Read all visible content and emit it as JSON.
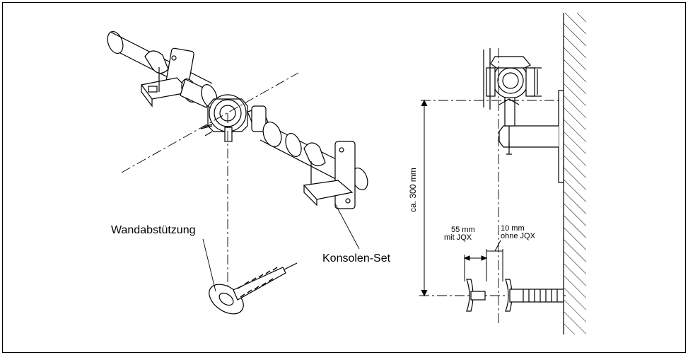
{
  "labels": {
    "wall_support": "Wandabstützung",
    "bracket_set": "Konsolen-Set",
    "height_dim": "ca. 300 mm",
    "dim_55_line1": "55 mm",
    "dim_55_line2": "mit JQX",
    "dim_10_line1": "10 mm",
    "dim_10_line2": "ohne JQX"
  }
}
